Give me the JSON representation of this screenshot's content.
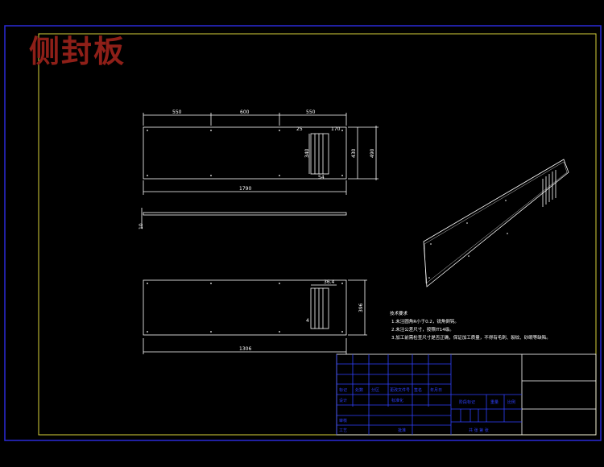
{
  "drawing": {
    "title": "侧封板",
    "background": "#000000",
    "colors": {
      "outer_border": "#2a2ad8",
      "inner_border": "#d8d23a",
      "geometry": "#ffffff",
      "title_block": "#2f40ff",
      "title_text": "#8e1f18",
      "dimension": "#ffffff"
    }
  },
  "views": {
    "top": {
      "dims_top": [
        "550",
        "600",
        "550"
      ],
      "width_total": "1790",
      "height_outer": "490",
      "height_mid": "430",
      "slot_height": "340",
      "slot_width": "54",
      "slot_offset_top": "25",
      "slot_offset_right": "170"
    },
    "side": {
      "thickness": "10"
    },
    "bottom": {
      "width_total": "1306",
      "height_total": "396",
      "slot_dim_top": "36.4",
      "slot_dim_small": "4"
    },
    "isometric": {
      "label": "isometric view"
    }
  },
  "notes": {
    "header": "技术要求",
    "lines": [
      "1.未注圆角R小于0.2，锐角倒钝。",
      "2.未注公差尺寸，按照IT14级。",
      "3.加工前需检查尺寸是否正确，保证加工质量，不得有毛刺、裂纹、砂眼等缺陷。"
    ]
  },
  "title_block": {
    "labels": [
      "标记",
      "处数",
      "分区",
      "更改文件号",
      "签名",
      "年月日",
      "设计",
      "标准化",
      "审核",
      "工艺",
      "批准",
      "阶段标记",
      "重量",
      "比例",
      "共 张 第 张"
    ]
  }
}
